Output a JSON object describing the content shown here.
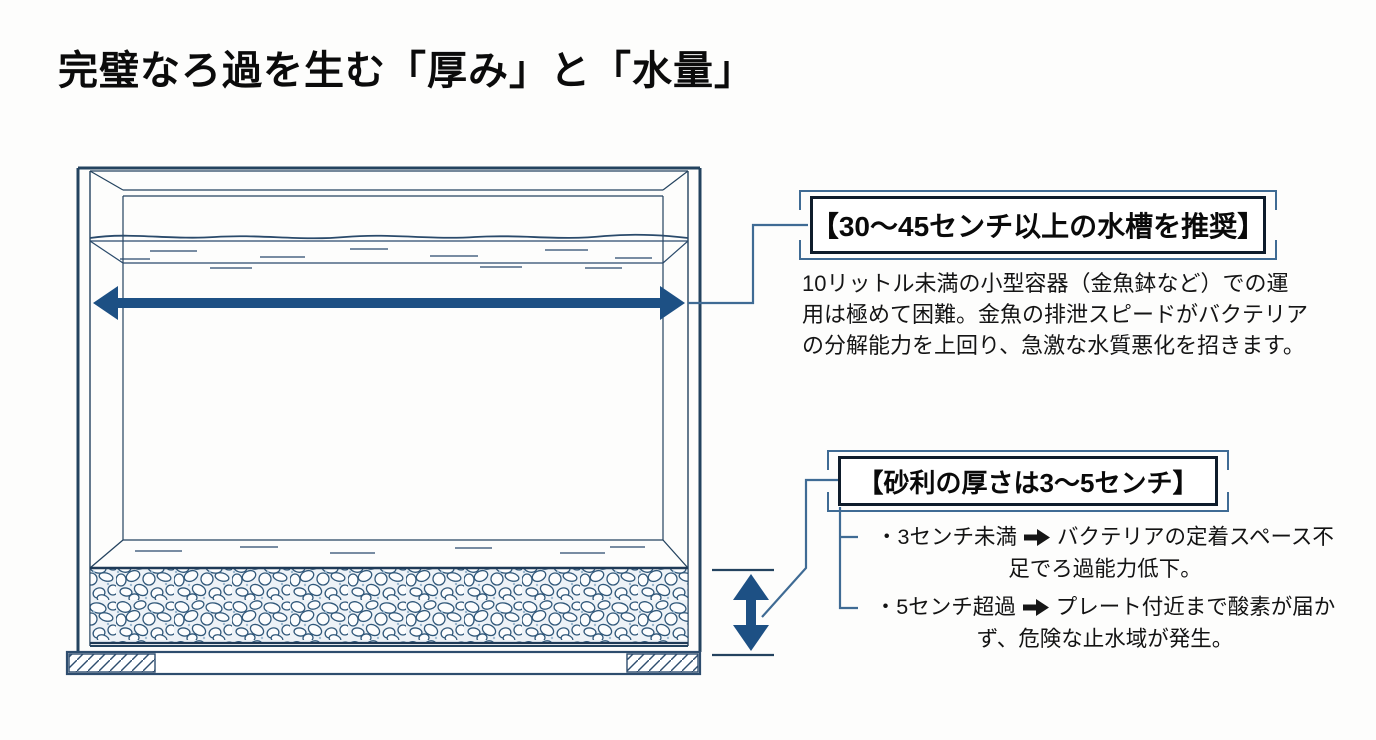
{
  "title": "完璧なろ過を生む「厚み」と「水量」",
  "colors": {
    "background": "#fdfdfc",
    "tank_line": "#24435f",
    "arrow_blue": "#1d5084",
    "connector_blue": "#3f6b94",
    "callout_border": "#0e1c2b",
    "text": "#131313"
  },
  "diagram": {
    "subject": "aquarium-tank-cross-section",
    "width_arrow_icon": "double-headed-horizontal-arrow",
    "depth_arrow_icon": "double-headed-vertical-arrow"
  },
  "callout_tank_size": {
    "heading": "【30〜45センチ以上の水槽を推奨】",
    "body": "10リットル未満の小型容器（金魚鉢など）での運\n用は極めて困難。金魚の排泄スピードがバクテリア\nの分解能力を上回り、急激な水質悪化を招きます。"
  },
  "callout_gravel_depth": {
    "heading": "【砂利の厚さは3〜5センチ】",
    "bullets": [
      {
        "label": "・3センチ未満",
        "arrow_icon": "solid-right-arrow",
        "text": "バクテリアの定着スペース不\n足でろ過能力低下。"
      },
      {
        "label": "・5センチ超過",
        "arrow_icon": "solid-right-arrow",
        "text": "プレート付近まで酸素が届か\nず、危険な止水域が発生。"
      }
    ]
  }
}
